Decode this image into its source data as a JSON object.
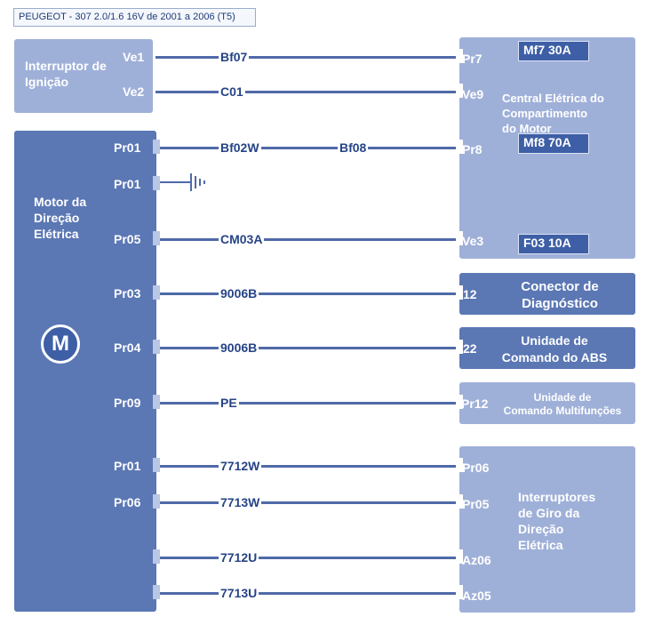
{
  "title": "PEUGEOT - 307 2.0/1.6 16V de 2001 a 2006 (T5)",
  "components": {
    "ignition_switch": {
      "label": "Interruptor de\nIgnição",
      "pins": [
        "Ve1",
        "Ve2"
      ]
    },
    "steering_motor": {
      "label": "Motor da\nDireção\nElétrica",
      "symbol": "M",
      "pins": [
        "Pr01",
        "Pr01",
        "Pr05",
        "Pr03",
        "Pr04",
        "Pr09",
        "Pr01",
        "Pr06"
      ]
    },
    "central_electric": {
      "label": "Central Elétrica do\nCompartimento\ndo Motor",
      "pins": [
        "Pr7",
        "Ve9",
        "Pr8",
        "Ve3"
      ],
      "fuses": [
        "Mf7 30A",
        "Mf8 70A",
        "F03 10A"
      ]
    },
    "diag_connector": {
      "label": "Conector de\nDiagnóstico",
      "pin": "12"
    },
    "abs_unit": {
      "label": "Unidade de\nComando do ABS",
      "pin": "22"
    },
    "multifunction_unit": {
      "label": "Unidade de\nComando Multifunções",
      "pin": "Pr12"
    },
    "steering_switches": {
      "label": "Interruptores\nde Giro da\nDireção\nElétrica",
      "pins": [
        "Pr06",
        "Pr05",
        "Az06",
        "Az05"
      ]
    }
  },
  "wires": [
    "Bf07",
    "C01",
    "Bf02W",
    "Bf08",
    "CM03A",
    "9006B",
    "9006B",
    "PE",
    "7712W",
    "7713W",
    "7712U",
    "7713U"
  ],
  "colors": {
    "light_box": "#9fb0d8",
    "dark_box": "#5b77b4",
    "wire": "#4f6aa8",
    "label_text": "#264486"
  }
}
